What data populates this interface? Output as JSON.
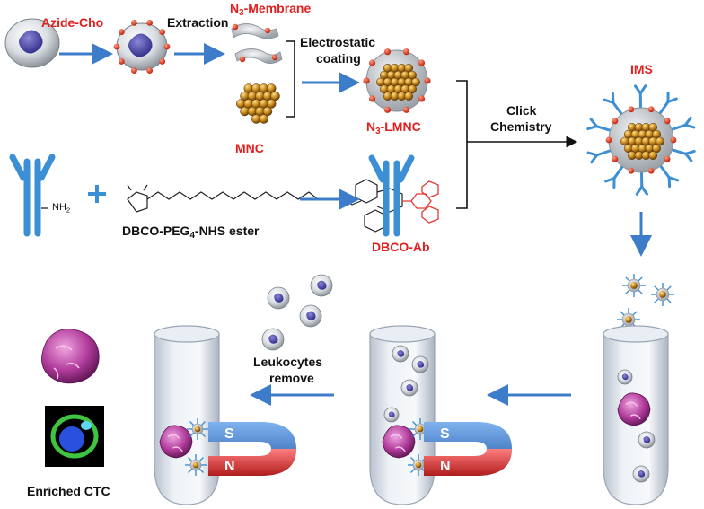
{
  "labels": {
    "azide_cho": "Azide-Cho",
    "extraction": "Extraction",
    "n3_membrane": {
      "prefix": "N",
      "sub": "3",
      "suffix": "-Membrane"
    },
    "electrostatic": "Electrostatic",
    "coating": "coating",
    "mnc": "MNC",
    "n3_lmnc": {
      "prefix": "N",
      "sub": "3",
      "suffix": "-LMNC"
    },
    "click": "Click",
    "chemistry": "Chemistry",
    "ims": "IMS",
    "nh2": {
      "prefix": "NH",
      "sub": "2"
    },
    "dbco_peg": {
      "prefix": "DBCO-PEG",
      "sub": "4",
      "suffix": "-NHS ester"
    },
    "dbco_ab": "DBCO-Ab",
    "leukocytes": "Leukocytes",
    "remove": "remove",
    "enriched_ctc": "Enriched CTC",
    "magnet_s": "S",
    "magnet_n": "N",
    "plus": "+"
  },
  "colors": {
    "label_red": "#e02020",
    "arrow_blue": "#3d7cc9",
    "antibody_blue": "#3b8fd4",
    "dbco_red": "#e53935",
    "azide_dot": "#e03a1e",
    "mnc_gold": "#c98a1e",
    "magnet_blue": "#2f6fc4",
    "magnet_red": "#d32f2f",
    "ctc_magenta": "#b03a9a"
  }
}
